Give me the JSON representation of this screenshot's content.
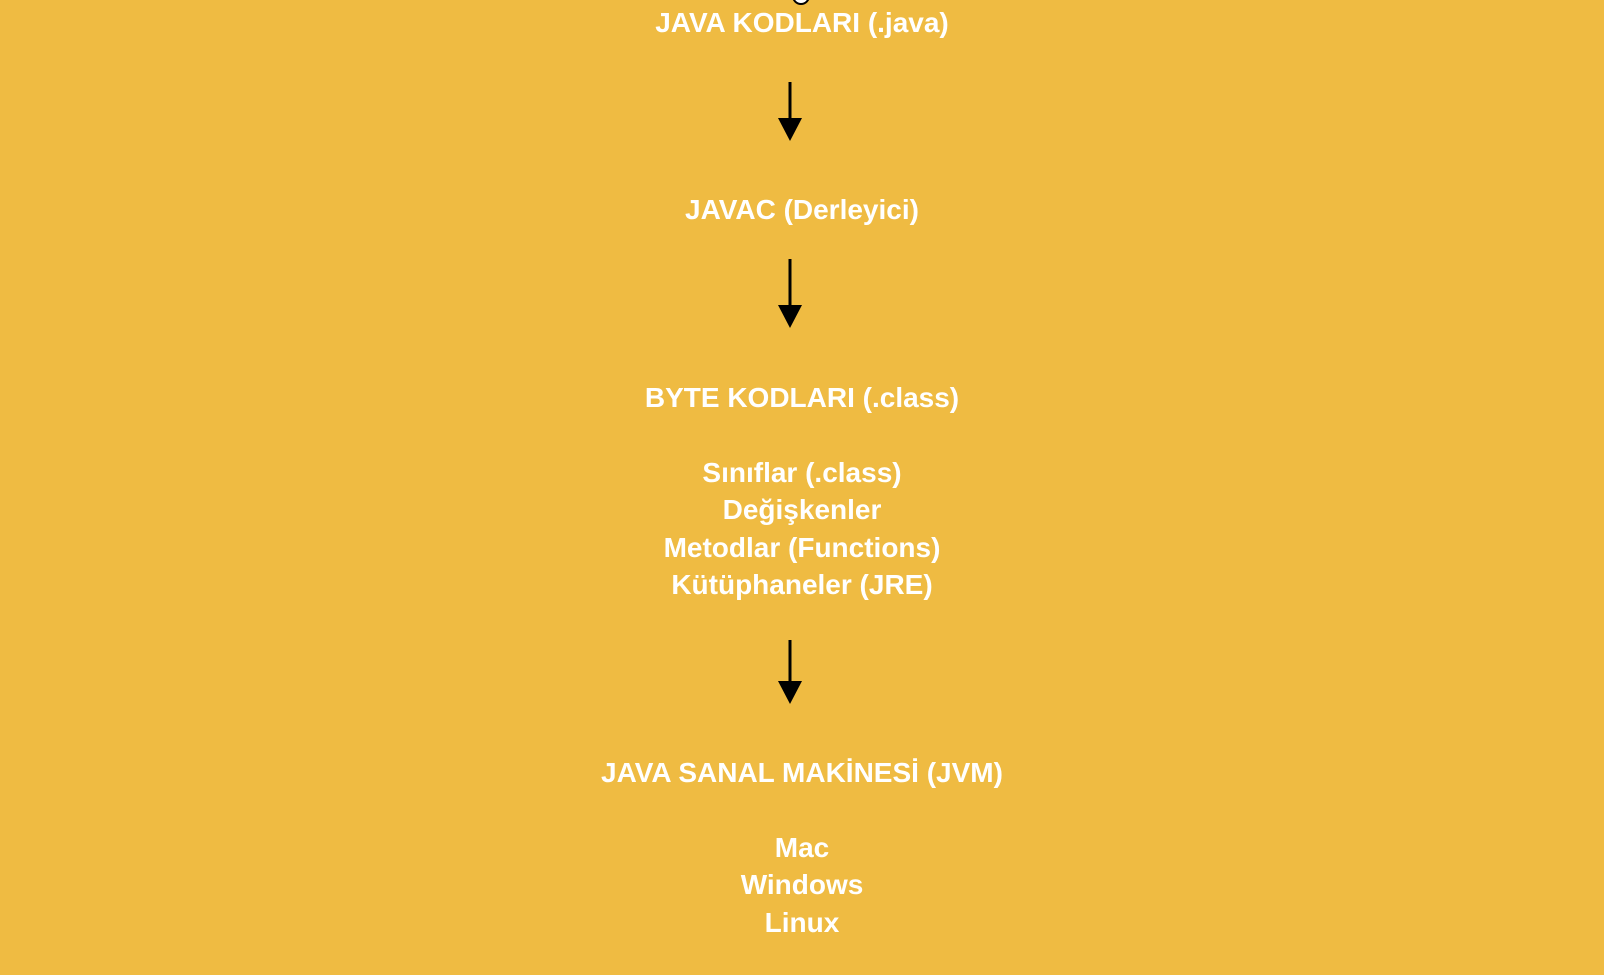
{
  "colors": {
    "background": "#efbb42",
    "text": "#ffffff",
    "arrow": "#000000"
  },
  "nodes": {
    "source": {
      "title": "JAVA KODLARI (.java)"
    },
    "compiler": {
      "title": "JAVAC (Derleyici)"
    },
    "bytecode": {
      "title": "BYTE KODLARI (.class)",
      "items": [
        "Sınıflar (.class)",
        "Değişkenler",
        "Metodlar (Functions)",
        "Kütüphaneler (JRE)"
      ]
    },
    "jvm": {
      "title": "JAVA SANAL MAKİNESİ (JVM)",
      "items": [
        "Mac",
        "Windows",
        "Linux"
      ]
    }
  },
  "icons": {
    "arrow": "arrow-down-icon",
    "handle": "circle-handle-icon"
  }
}
